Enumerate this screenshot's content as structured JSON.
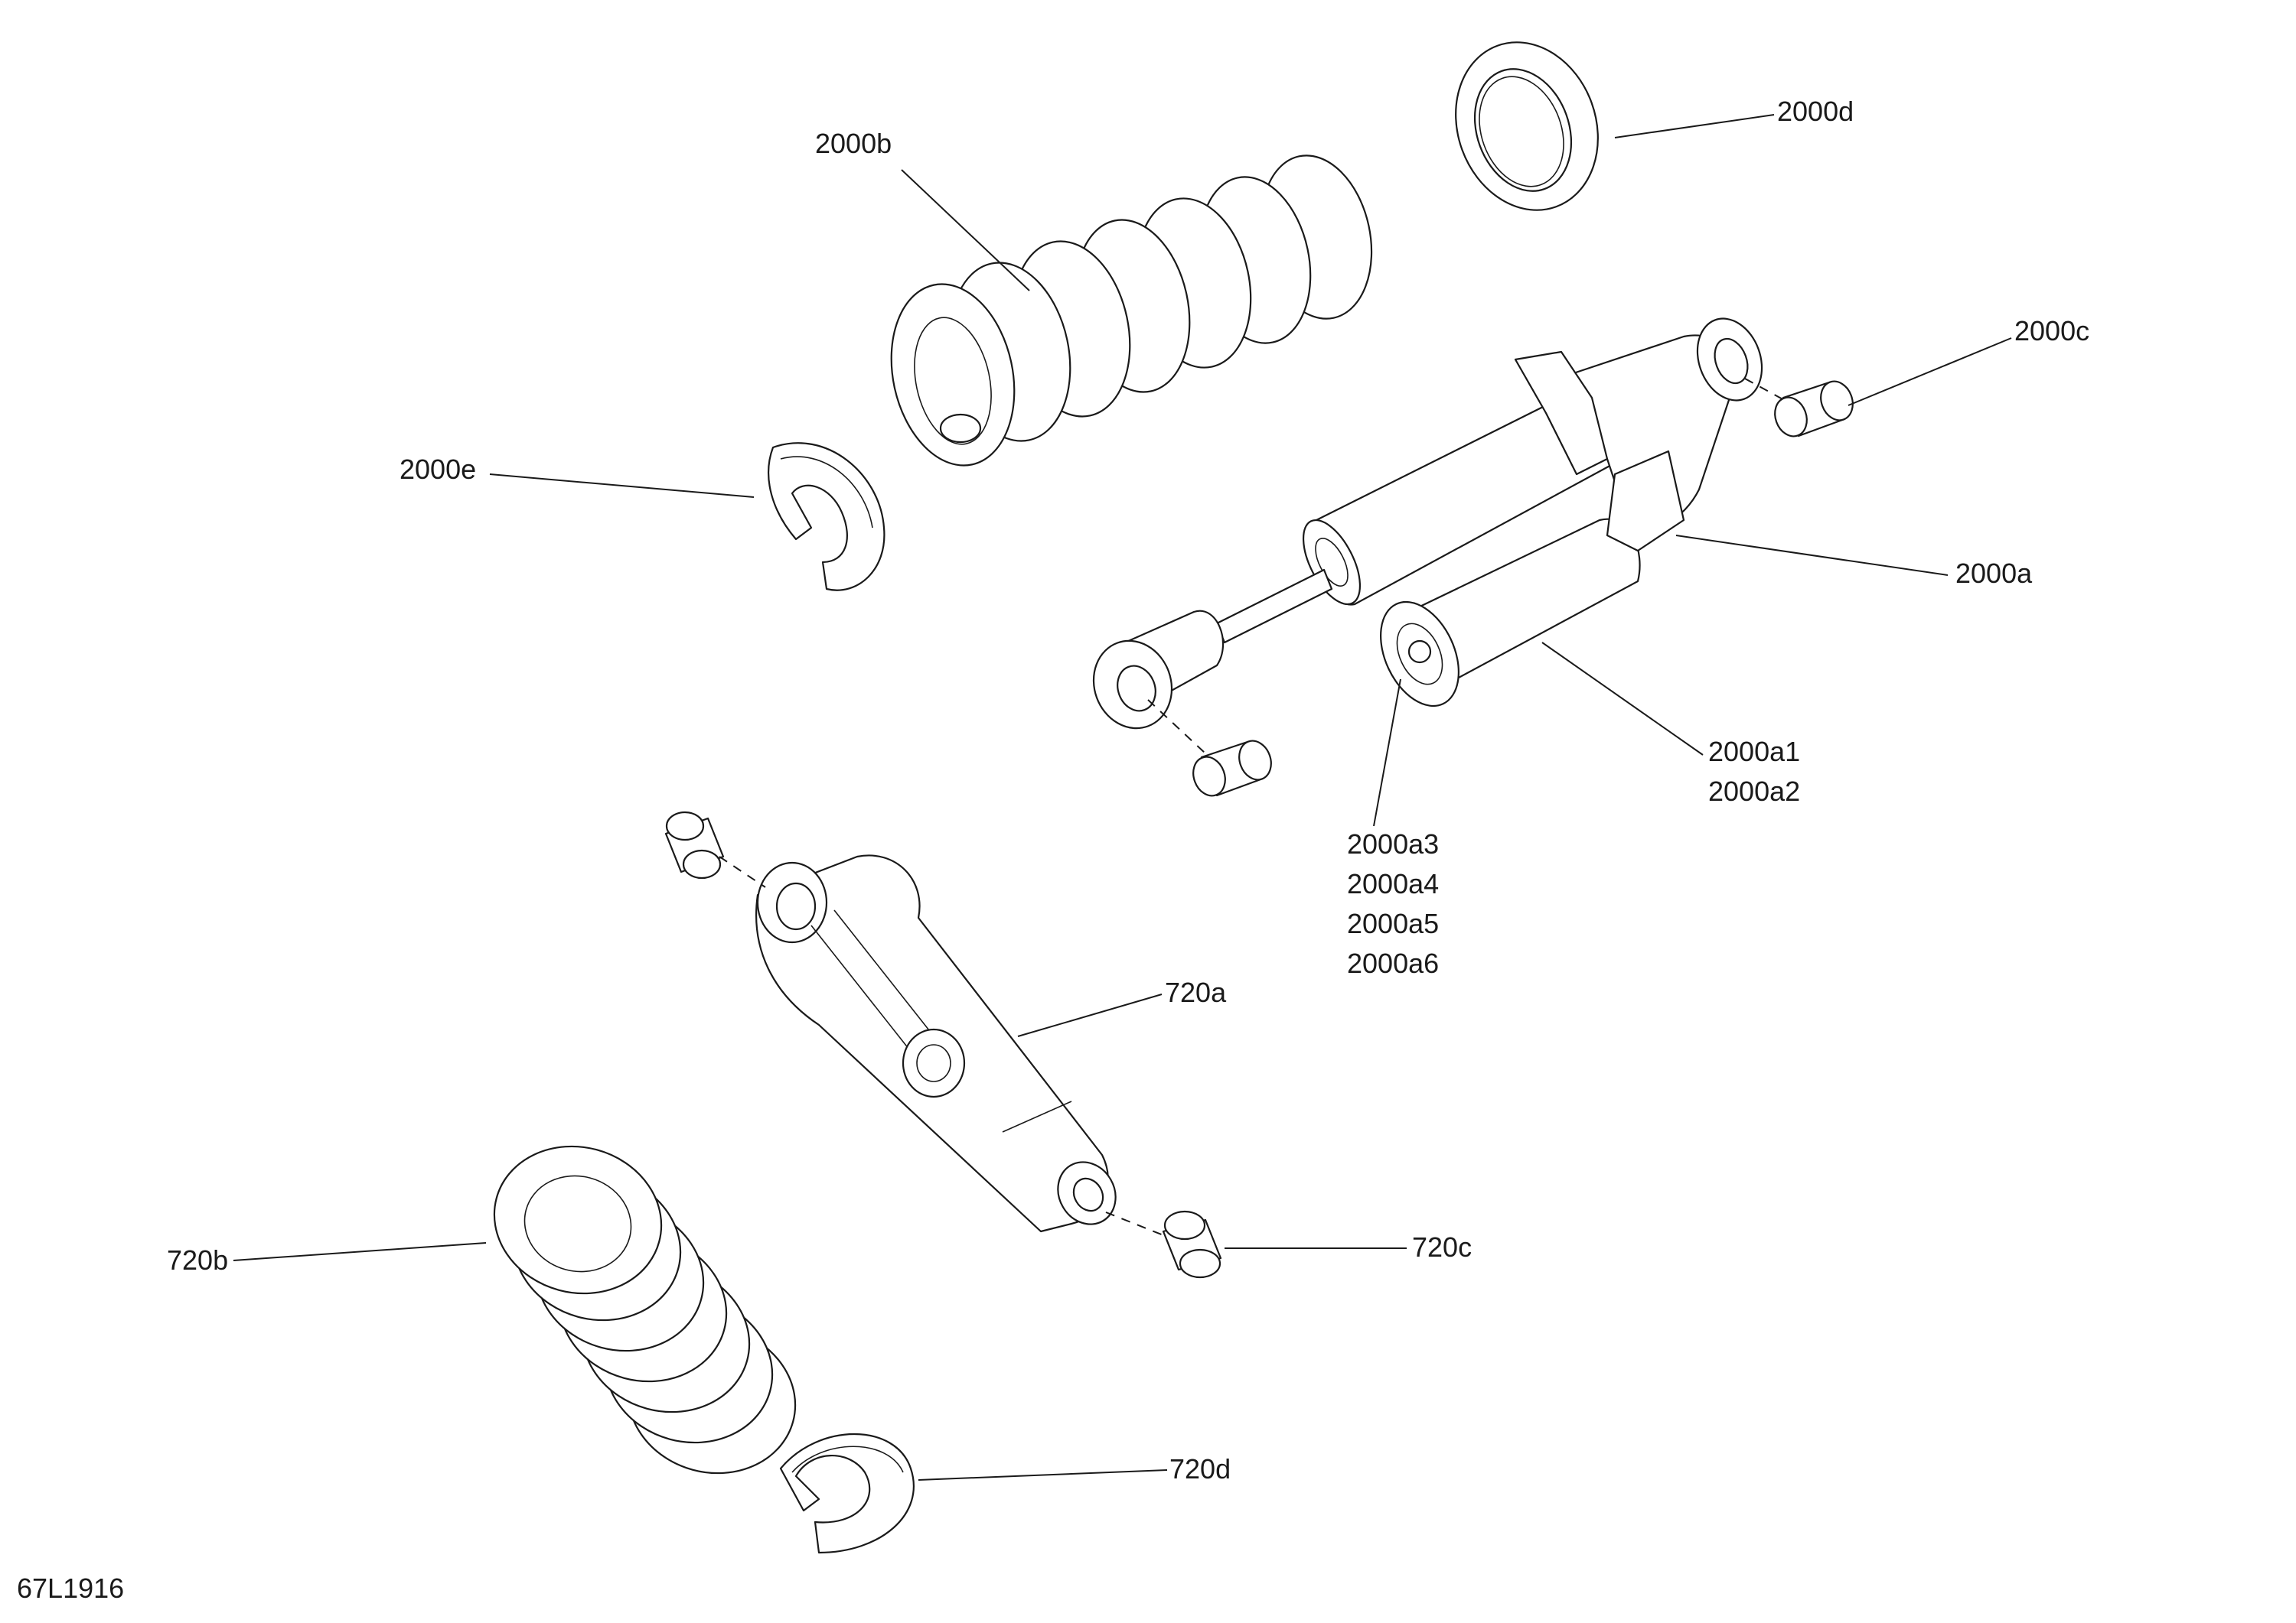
{
  "callouts": {
    "c2000d": "2000d",
    "c2000b": "2000b",
    "c2000c": "2000c",
    "c2000e": "2000e",
    "c2000a": "2000a",
    "c2000a1": "2000a1",
    "c2000a2": "2000a2",
    "c2000a3": "2000a3",
    "c2000a4": "2000a4",
    "c2000a5": "2000a5",
    "c2000a6": "2000a6",
    "c720a": "720a",
    "c720b": "720b",
    "c720c": "720c",
    "c720d": "720d"
  },
  "figure_ref": "67L1916"
}
